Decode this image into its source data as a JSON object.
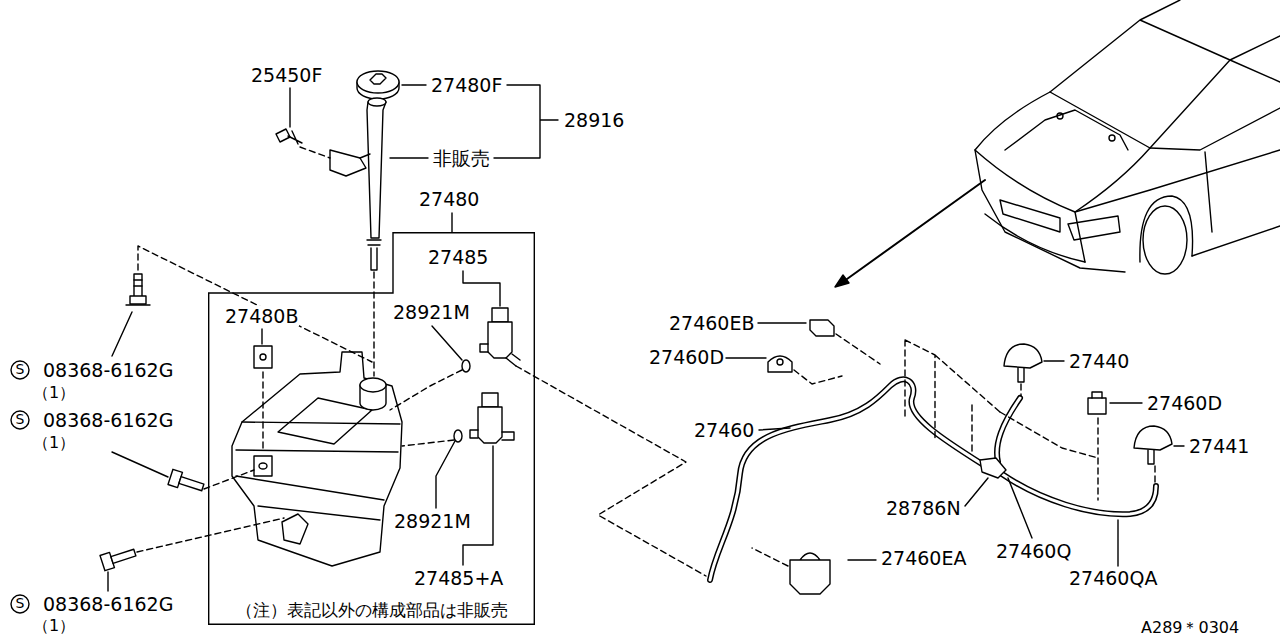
{
  "diagram": {
    "nodes": [
      {
        "text": [
          "27480",
          "（注）表記以外の構成部品は非販売"
        ]
      }
    ],
    "labels": [
      "25450F",
      "27480F",
      "28916",
      "非販売",
      "27485",
      "27480B",
      "28921M",
      "S",
      "08368-6162G",
      "（1）",
      "S",
      "08368-6162G",
      "（1）",
      "28921M",
      "27485+A",
      "S",
      "08368-6162G",
      "（1）",
      "27460EB",
      "27460D",
      "27460",
      "27440",
      "27460D",
      "27441",
      "28786N",
      "27460Q",
      "27460EA",
      "27460QA",
      "A289＊0304"
    ]
  }
}
